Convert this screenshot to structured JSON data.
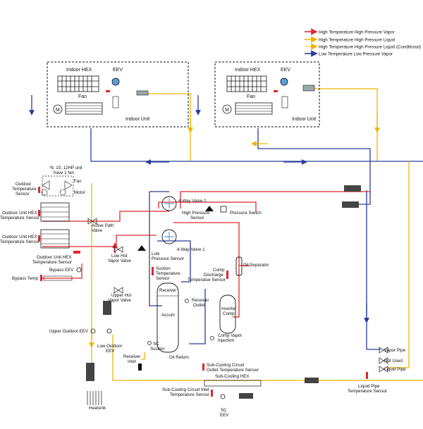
{
  "legend": {
    "items": [
      {
        "label": "High Temperature High Pressure Vapor",
        "color": "#e0262e"
      },
      {
        "label": "High Temperature High Pressure Liquid",
        "color": "#f0b400"
      },
      {
        "label": "High Temperature High Pressure Liquid (Conditional)",
        "color": "#f6d860"
      },
      {
        "label": "Low Temperature Low Pressure Vapor",
        "color": "#2a3d9a"
      }
    ]
  },
  "indoor_units": [
    {
      "hex": "Indoor HEX",
      "eev": "EEV",
      "fan": "Fan",
      "unit": "Indoor Unit",
      "motor": "M"
    },
    {
      "hex": "Indoor HEX",
      "eev": "EEV",
      "fan": "Fan",
      "unit": "Indoor Unit",
      "motor": "M"
    }
  ],
  "outdoor": {
    "note_line1": "*8, 10, 12HP unit",
    "note_line2": "have 1 fan",
    "fan_label": "Fan",
    "motor_label": "Motor",
    "outdoor_temp_sensor": [
      "Outdoor",
      "Temperature",
      "Sensor"
    ],
    "hex_temp_sensor_1": [
      "Outdoor Unit HEX",
      "Temperature Sensor"
    ],
    "hex_temp_sensor_2": [
      "Outdoor Unit HEX",
      "Temperature Sensor"
    ],
    "hex_temp_sensor_3": [
      "Outdoor Unit HEX",
      "Temperature Sensor"
    ],
    "bypass_eev": "Bypass EEV",
    "bypass_temp": "Bypass Temp",
    "active_path_valve": [
      "Active Path",
      "Valve"
    ],
    "low_hot_vapor_valve": [
      "Low Hot",
      "Vapor Valve"
    ],
    "upper_hot_vapor_valve": [
      "Upper Hot",
      "Vapor Valve"
    ],
    "upper_outdoor_eev": "Upper Outdoor EEV",
    "low_outdoor_eev": [
      "Low Outdoor",
      "EEV"
    ],
    "heatsink": "Heatsink",
    "four_way_valve_2": "4-Way Valve 2",
    "four_way_valve_1": "4-Way Valve 1",
    "high_pressure_sensor": [
      "High Pressure",
      "Sensor"
    ],
    "pressure_switch": "Pressure Switch",
    "low_pressure_sensor": [
      "Low",
      "Pressure Sensor"
    ],
    "suction_temp_sensor": [
      "Suction",
      "Temperature",
      "Sensor"
    ],
    "comp_discharge_sensor": [
      "Comp",
      "Discharge",
      "Temperatue Sensor"
    ],
    "oil_separator": "Oil Separator",
    "receiver": "Receiver",
    "accum": "Accum",
    "receiver_outlet": [
      "Receiver",
      "Outlet"
    ],
    "inverter_comp": [
      "Inverter",
      "Comp"
    ],
    "comp_vapor_injection": [
      "Comp Vapor",
      "Injection"
    ],
    "sc_suction": [
      "SC",
      "Suction"
    ],
    "receiver_inlet": [
      "Receiver",
      "Inlet"
    ],
    "oil_return": "Oil Return",
    "sc_outlet_sensor": [
      "Sub-Cooling Circuit",
      "Outlet Temperature Sensor"
    ],
    "sc_hex": "Sub-Cooling HEX",
    "sc_inlet_sensor": [
      "Sub-Cooling Circuit Inlet",
      "Temperature Sensor"
    ],
    "sc_eev": [
      "SC",
      "EEV"
    ],
    "vapor_pipe": "Vapor Pipe",
    "not_used": "Not Used",
    "liquid_pipe": "Liquid Pipe",
    "liquid_pipe_sensor": [
      "Liquid Pipe",
      "Temperature Sensor"
    ]
  }
}
